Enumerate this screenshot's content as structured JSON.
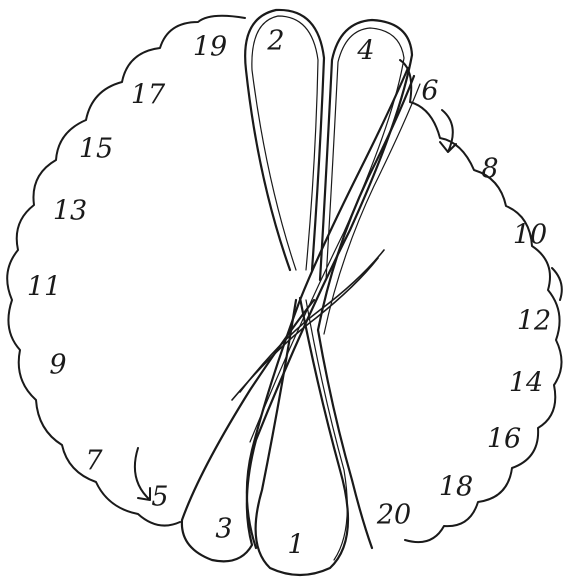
{
  "diagram": {
    "labels": {
      "n1": "1",
      "n2": "2",
      "n3": "3",
      "n4": "4",
      "n5": "5",
      "n6": "6",
      "n7": "7",
      "n8": "8",
      "n9": "9",
      "n10": "10",
      "n11": "11",
      "n12": "12",
      "n13": "13",
      "n14": "14",
      "n15": "15",
      "n16": "16",
      "n17": "17",
      "n18": "18",
      "n19": "19",
      "n20": "20"
    },
    "arrows": [
      "6 to 8",
      "7 to 5"
    ]
  }
}
